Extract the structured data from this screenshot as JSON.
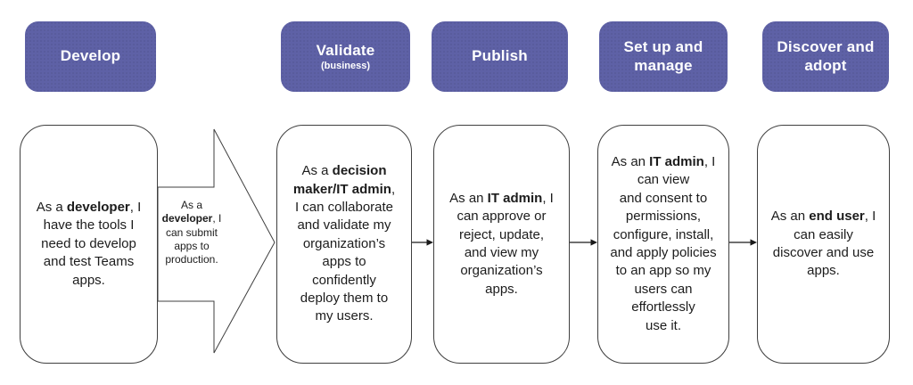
{
  "palette": {
    "purple": "#5e61a6",
    "header-text": "#ffffff",
    "box-border": "#3f3f3f",
    "ink": "#1c1c1c",
    "bg": "#ffffff"
  },
  "stages": [
    {
      "label": "Develop",
      "card": {
        "prefix": "As a ",
        "role": "developer",
        "rest": ", I\nhave the tools I\nneed to develop\nand test Teams\napps."
      }
    },
    {
      "label": "Validate",
      "sublabel": "(business)",
      "card": {
        "prefix": "As a ",
        "role": "decision\nmaker/IT admin",
        "rest": ",\nI can collaborate\nand validate my\norganization’s\napps to\nconfidently\ndeploy them to\nmy users."
      }
    },
    {
      "label": "Publish",
      "card": {
        "prefix": "As an ",
        "role": "IT admin",
        "rest": ", I\ncan approve or\nreject, update,\nand view my\norganization’s\napps."
      }
    },
    {
      "label": "Set up and\nmanage",
      "card": {
        "prefix": "As an ",
        "role": "IT admin",
        "rest": ", I\ncan view\nand consent to\npermissions,\nconfigure, install,\nand apply policies\nto an app so my\nusers can\neffortlessly\nuse it."
      }
    },
    {
      "label": "Discover and\nadopt",
      "card": {
        "prefix": "As an ",
        "role": "end user",
        "rest": ", I\ncan easily\ndiscover and use\napps."
      }
    }
  ],
  "transition_arrow": {
    "prefix": "As a\n",
    "role": "developer",
    "rest": ", I\ncan submit\napps to\nproduction."
  }
}
